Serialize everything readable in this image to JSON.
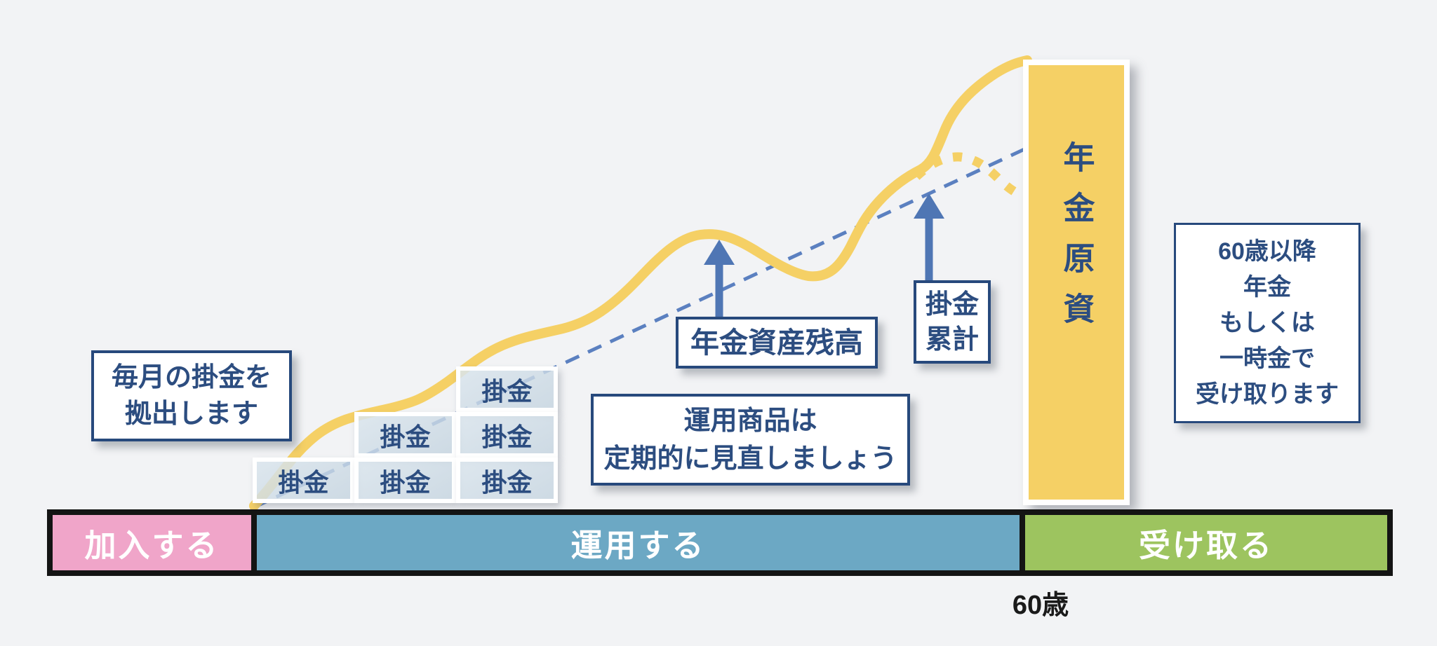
{
  "colors": {
    "background": "#f2f3f5",
    "yellow": "#f5d065",
    "navy": "#2c4d80",
    "box_border": "#27497c",
    "arrow_blue": "#4f76b4",
    "dash_blue": "#5b80c0",
    "block_fill": "#cbd8e3",
    "pink": "#f0a5c9",
    "steel_blue": "#6ca8c4",
    "green": "#9dc45f",
    "bar_black": "#141414",
    "white": "#ffffff",
    "age_text": "#1a1a1a"
  },
  "labels": {
    "monthly_lines": [
      "毎月の掛金を",
      "拠出します"
    ],
    "pension_balance": "年金資産残高",
    "review_lines": [
      "運用商品は",
      "定期的に見直しましょう"
    ],
    "total_lines": [
      "掛金",
      "累計"
    ],
    "pension_fund": "年金原資",
    "receive_lines": [
      "60歳以降",
      "年金",
      "もしくは",
      "一時金で",
      "受け取ります"
    ]
  },
  "blocks": {
    "label": "掛金",
    "count": 6
  },
  "timeline": {
    "segments": [
      {
        "label": "加入する"
      },
      {
        "label": "運用する"
      },
      {
        "label": "受け取る"
      }
    ],
    "age_marker": "60歳"
  }
}
